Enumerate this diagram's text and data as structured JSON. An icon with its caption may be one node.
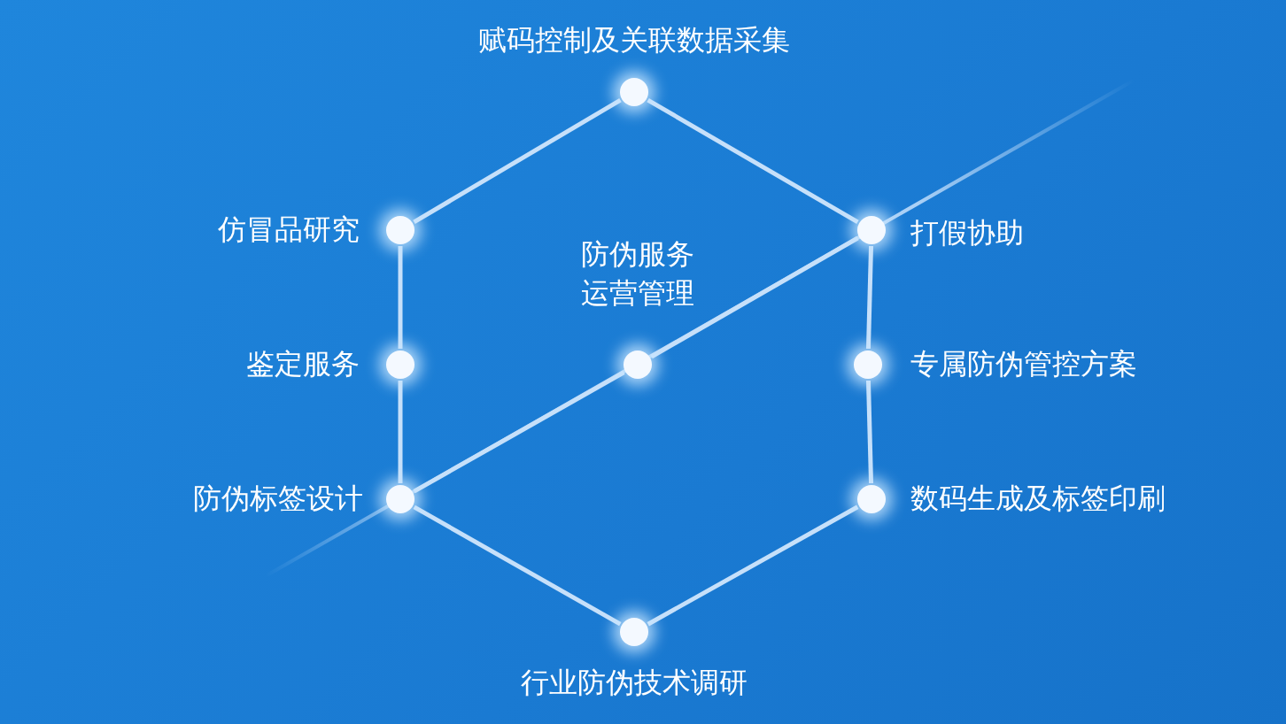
{
  "diagram": {
    "nodes": [
      {
        "text": [],
        "shape": "circle",
        "beside": [
          "赋码控制及关联数据采集"
        ]
      },
      {
        "text": [],
        "shape": "circle",
        "beside": [
          "仿冒品研究"
        ]
      },
      {
        "text": [],
        "shape": "circle",
        "beside": [
          "防伪服务运营管理"
        ]
      },
      {
        "text": [],
        "shape": "circle",
        "beside": [
          "打假协助"
        ]
      },
      {
        "text": [],
        "shape": "circle",
        "beside": [
          "鉴定服务"
        ]
      },
      {
        "text": [],
        "shape": "circle",
        "beside": [
          "专属防伪管控方案"
        ]
      },
      {
        "text": [],
        "shape": "circle",
        "beside": [
          "防伪标签设计"
        ]
      },
      {
        "text": [],
        "shape": "circle",
        "beside": [
          "数码生成及标签印刷"
        ]
      },
      {
        "text": [],
        "shape": "circle",
        "beside": [
          "行业防伪技术调研"
        ]
      }
    ],
    "edges": [
      {
        "from": 0,
        "to": 3,
        "arrow": "none"
      },
      {
        "from": 3,
        "to": 5,
        "arrow": "none"
      },
      {
        "from": 5,
        "to": 7,
        "arrow": "none"
      },
      {
        "from": 7,
        "to": 8,
        "arrow": "none"
      },
      {
        "from": 8,
        "to": 6,
        "arrow": "none"
      },
      {
        "from": 6,
        "to": 4,
        "arrow": "none"
      },
      {
        "from": 4,
        "to": 1,
        "arrow": "none"
      },
      {
        "from": 1,
        "to": 0,
        "arrow": "none"
      },
      {
        "from": 6,
        "to": 2,
        "arrow": "none"
      },
      {
        "from": 2,
        "to": 3,
        "arrow": "none"
      }
    ]
  }
}
